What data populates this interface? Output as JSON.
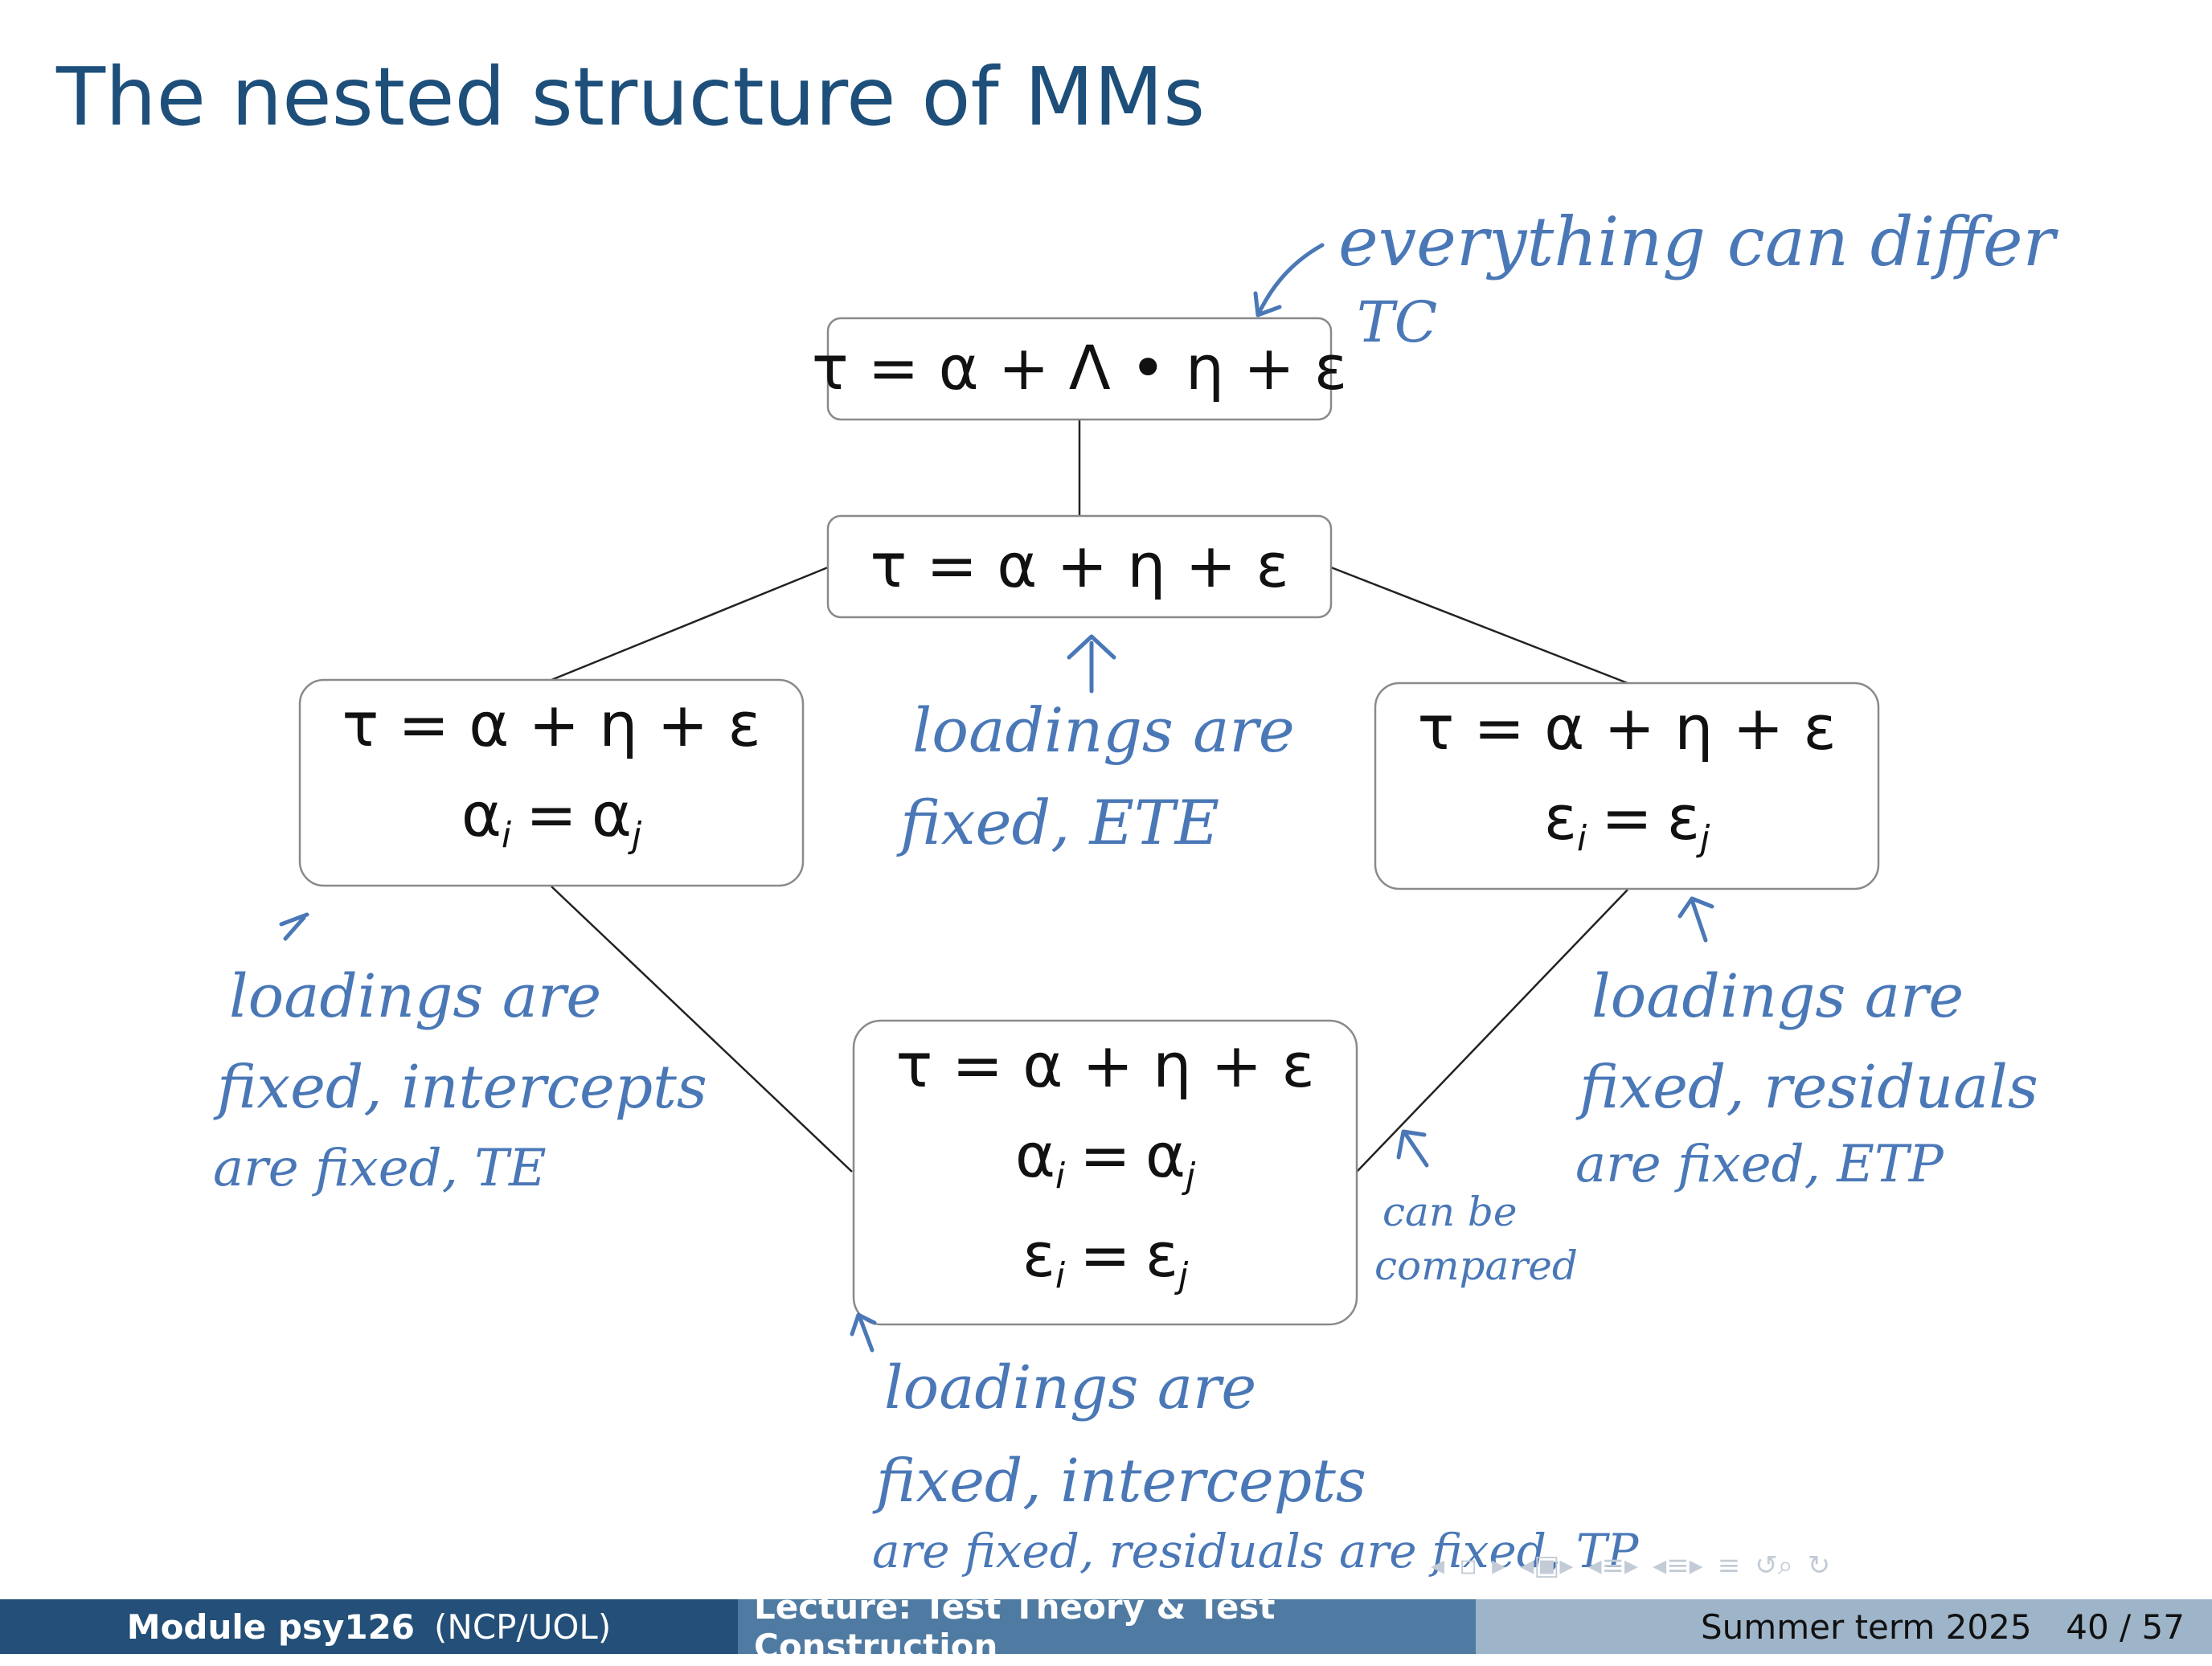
{
  "slide": {
    "title": "The nested structure of MMs"
  },
  "boxes": {
    "top": {
      "line1": "τ = α + Λ • η + ε"
    },
    "middle": {
      "line1": "τ = α + η + ε"
    },
    "left": {
      "line1": "τ = α + η + ε",
      "lhs": "α",
      "lhs_sub": "i",
      "rhs": "α",
      "rhs_sub": "j"
    },
    "right": {
      "line1": "τ = α + η + ε",
      "lhs": "ε",
      "lhs_sub": "i",
      "rhs": "ε",
      "rhs_sub": "j"
    },
    "bottom": {
      "line1": "τ = α + η + ε",
      "l2_lhs": "α",
      "l2_lhs_sub": "i",
      "l2_rhs": "α",
      "l2_rhs_sub": "j",
      "l3_lhs": "ε",
      "l3_lhs_sub": "i",
      "l3_rhs": "ε",
      "l3_rhs_sub": "j"
    },
    "equals": "="
  },
  "annotations": {
    "top_1": "everything can differ",
    "top_2": "TC",
    "middle_1": "loadings are",
    "middle_2": "fixed, ETE",
    "left_1": "loadings are",
    "left_2": "fixed, intercepts",
    "left_3": "are fixed, TE",
    "right_1": "loadings are",
    "right_2": "fixed, residuals",
    "right_3": "are fixed, ETP",
    "compare_1": "can be",
    "compare_2": "compared",
    "bottom_1": "loadings are",
    "bottom_2": "fixed, intercepts",
    "bottom_3": "are fixed, residuals are fixed, TP"
  },
  "footer": {
    "module": "Module psy126",
    "org": "(NCP/UOL)",
    "lecture": "Lecture: Test Theory & Test Construction",
    "term": "Summer term 2025",
    "page": "40 / 57"
  },
  "nav_icons": [
    "nav-prev-icon",
    "frame-icon",
    "nav-next-icon",
    "section-icon",
    "subsection-icon",
    "toc-icon",
    "back-icon",
    "search-icon",
    "forward-icon"
  ],
  "colors": {
    "title": "#1d4f7a",
    "ink": "#4a78b7",
    "footer_dark": "#234f78",
    "footer_mid": "#4f7aa2",
    "footer_light": "#9db4c9"
  }
}
